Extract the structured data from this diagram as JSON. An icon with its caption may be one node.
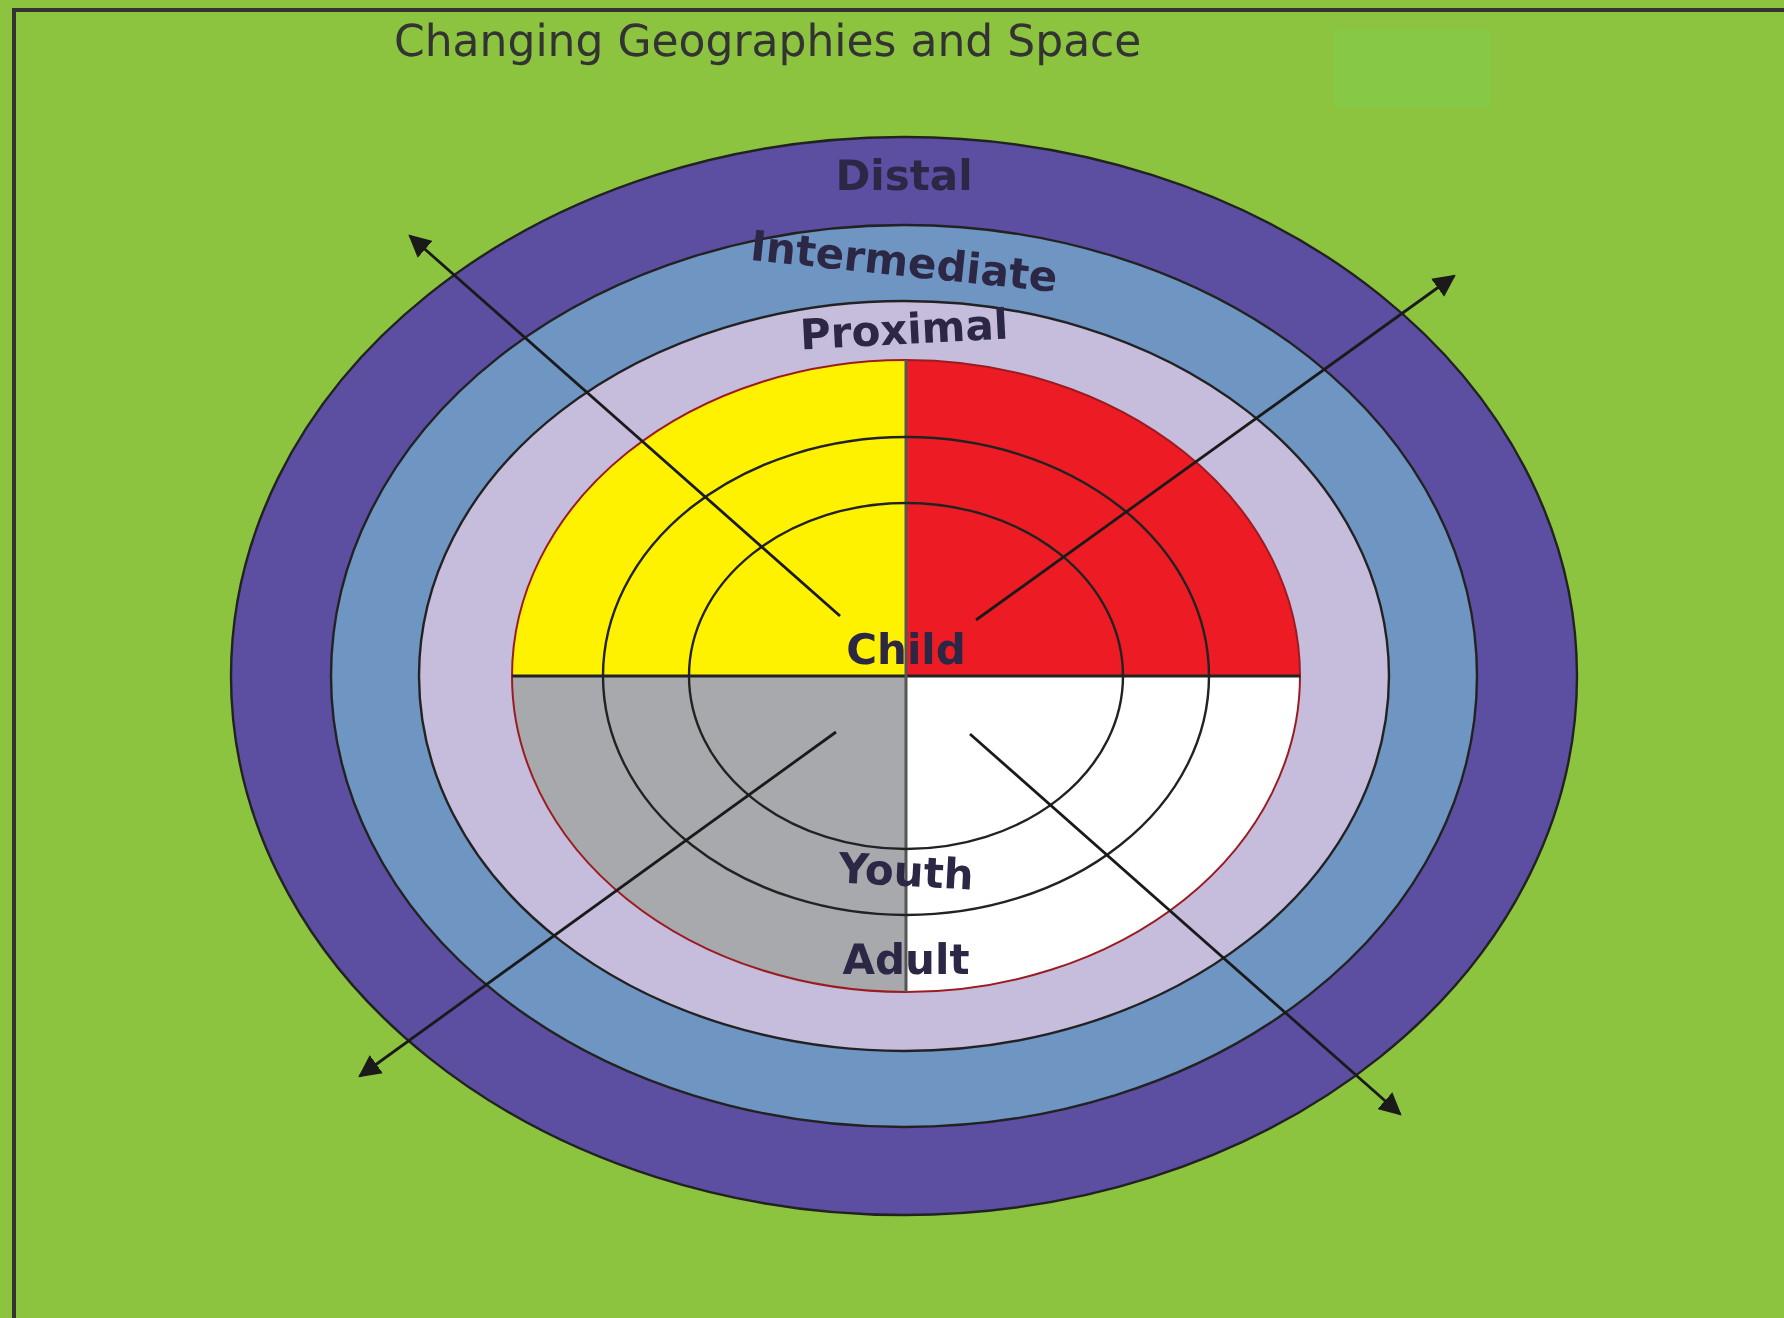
{
  "diagram": {
    "title": "Changing Geographies and Space",
    "nodes": [
      {
        "text": [
          "Distal"
        ]
      },
      {
        "text": [
          "Intermediate"
        ],
        "in": 0
      },
      {
        "text": [
          "Proximal"
        ],
        "in": 1
      },
      {
        "text": [
          "Adult"
        ],
        "in": 2
      },
      {
        "text": [
          "Youth"
        ],
        "in": 3
      },
      {
        "text": [
          "Child"
        ],
        "in": 4
      }
    ]
  }
}
